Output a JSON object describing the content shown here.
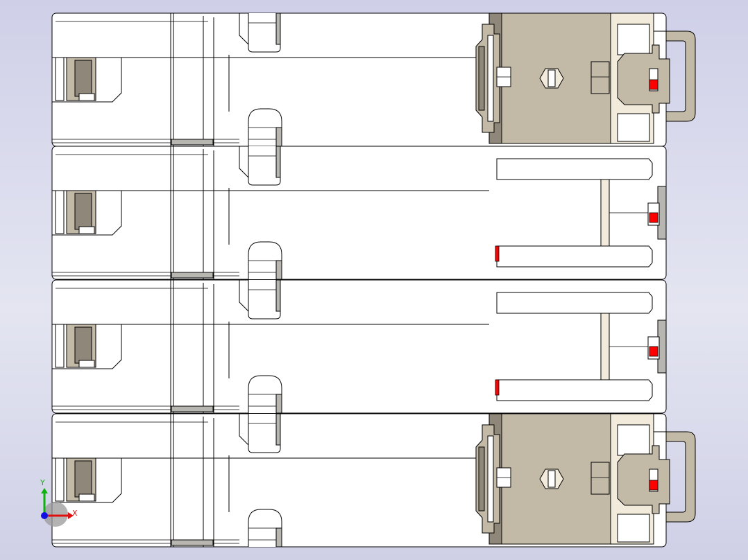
{
  "viewport": {
    "background_top": "#cfd0e8",
    "background_mid": "#e4e5f1"
  },
  "model": {
    "poles": 4,
    "pole_types": [
      "end-terminal",
      "middle",
      "middle",
      "end-terminal"
    ],
    "colors": {
      "body": "#ffffff",
      "terminal_housing": "#c2b9a7",
      "terminal_shadow": "#8f8779",
      "clamp_cream": "#f2ebdc",
      "indicator": "#ff0000",
      "edge": "#000000"
    }
  },
  "triad": {
    "x_label": "X",
    "y_label": "Y",
    "x_color": "#e01010",
    "y_color": "#10b010",
    "z_color": "#1010e0"
  }
}
